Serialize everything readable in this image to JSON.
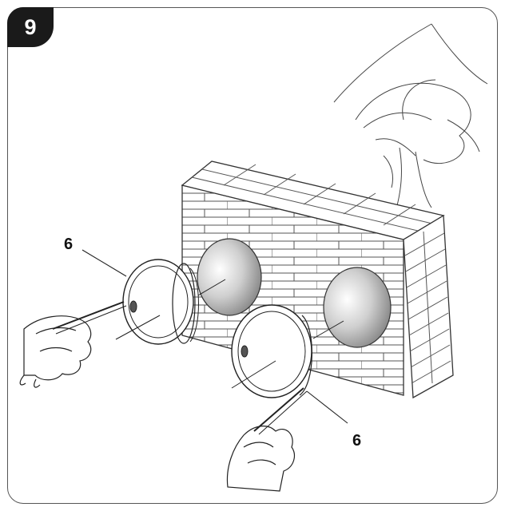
{
  "step": {
    "number": "9"
  },
  "callouts": [
    {
      "id": "left",
      "label": "6"
    },
    {
      "id": "right",
      "label": "6"
    }
  ],
  "colors": {
    "badge": "#1a1a1a",
    "line": "#333333",
    "hole": "#9a9a9a"
  },
  "icons": [
    "brick-wall-icon",
    "wall-hole-icon",
    "sleeve-ring-icon",
    "hand-with-tool-icon",
    "tree-icon"
  ]
}
